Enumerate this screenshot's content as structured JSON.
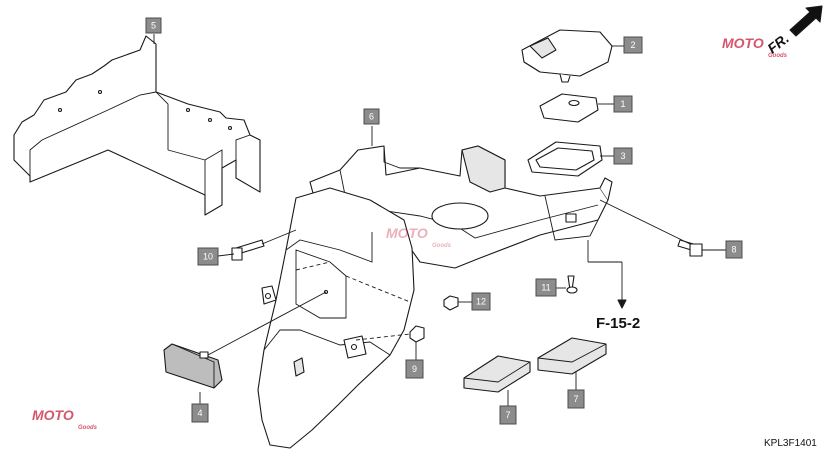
{
  "parts": [
    {
      "id": "part-1",
      "label": "1"
    },
    {
      "id": "part-2",
      "label": "2"
    },
    {
      "id": "part-3",
      "label": "3"
    },
    {
      "id": "part-4",
      "label": "4"
    },
    {
      "id": "part-5",
      "label": "5"
    },
    {
      "id": "part-6",
      "label": "6"
    },
    {
      "id": "part-7a",
      "label": "7"
    },
    {
      "id": "part-7b",
      "label": "7"
    },
    {
      "id": "part-8",
      "label": "8"
    },
    {
      "id": "part-9",
      "label": "9"
    },
    {
      "id": "part-10",
      "label": "10"
    },
    {
      "id": "part-11",
      "label": "11"
    },
    {
      "id": "part-12",
      "label": "12"
    }
  ],
  "reference": "F-15-2",
  "direction": "FR.",
  "diagram_code": "KPL3F1401",
  "watermark": {
    "brand": "MOTO",
    "sub": "Goods"
  },
  "colors": {
    "callout_fill": "#8c8c8c",
    "line": "#1a1a1a",
    "watermark": "#c81e3c"
  }
}
